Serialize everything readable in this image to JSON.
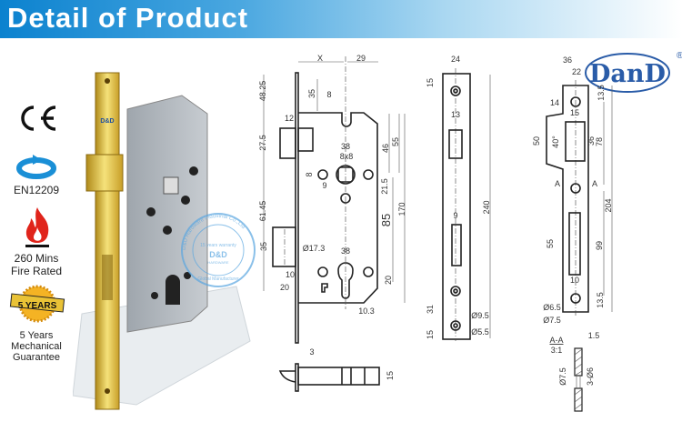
{
  "header": {
    "title": "Detail of Product"
  },
  "brand": {
    "logo_text": "DanD",
    "registered": "®"
  },
  "colors": {
    "header_blue": "#0b82cf",
    "brand_blue": "#2a5ca8",
    "gold": "#d9b93a",
    "fire_red": "#e0241b"
  },
  "certifications": [
    {
      "icon": "ce-mark-icon",
      "label": "CE"
    },
    {
      "icon": "rotation-cycle-icon",
      "label": "EN12209"
    },
    {
      "icon": "flame-icon",
      "label_line1": "260 Mins",
      "label_line2": "Fire Rated"
    },
    {
      "icon": "five-years-badge-icon",
      "badge_text": "5 YEARS",
      "label_line1": "5 Years",
      "label_line2": "Mechanical",
      "label_line3": "Guarantee"
    }
  ],
  "photo": {
    "faceplate_mark": "D&D",
    "watermark_ring": "D&D Hardware Industrial Co.,Ltd",
    "watermark_mid": "15 years warranty",
    "watermark_brand": "D&D",
    "watermark_sub": "HARDWARE",
    "watermark_bottom": "Global Manufacturer"
  },
  "lockcase_drawing": {
    "dims": {
      "x": "X",
      "w29": "29",
      "h48": "48.25",
      "h35a": "35",
      "w8": "8",
      "w12": "12",
      "h27": "27.5",
      "w38a": "38",
      "sq": "8x8",
      "h8": "8",
      "w9": "9",
      "h46": "46",
      "h55": "55",
      "h61": "61.45",
      "h21": "21.5",
      "h85": "85",
      "h170": "170",
      "h35b": "35",
      "d17": "Ø17.3",
      "w38b": "38",
      "w10": "10",
      "w20": "20",
      "h20": "20",
      "w10_3": "10.3"
    }
  },
  "bolt_drawing": {
    "dims": {
      "w3": "3",
      "h15": "15"
    }
  },
  "faceplate_drawing": {
    "dims": {
      "w24": "24",
      "h15a": "15",
      "w13": "13",
      "h240": "240",
      "w9": "9",
      "h31": "31",
      "h15b": "15",
      "d9_5": "Ø9.5",
      "d5_5": "Ø5.5"
    }
  },
  "strike_drawing": {
    "dims": {
      "w36": "36",
      "w22": "22",
      "w14": "14",
      "w15": "15",
      "h13_5a": "13.5",
      "h50": "50",
      "angle": "40°",
      "h36": "36",
      "h78": "78",
      "a_left": "A",
      "a_right": "A",
      "h204": "204",
      "h55": "55",
      "h99": "99",
      "w10": "10",
      "h13_5b": "13.5",
      "d6_5": "Ø6.5",
      "d7_5": "Ø7.5"
    }
  },
  "section_drawing": {
    "label": "A-A",
    "scale": "3:1",
    "dims": {
      "w1_5": "1.5",
      "d7_5": "Ø7.5",
      "d3x6": "3-Ø6"
    }
  }
}
